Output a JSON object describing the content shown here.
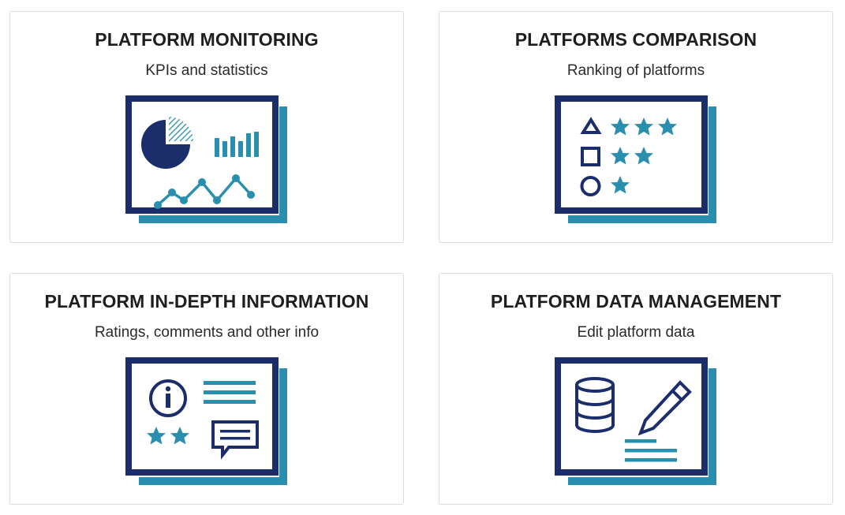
{
  "colors": {
    "navy": "#1b2d6b",
    "teal": "#2a8fae",
    "border": "#dcdcdc"
  },
  "cards": [
    {
      "title": "PLATFORM MONITORING",
      "subtitle": "KPIs and statistics",
      "icon": "dashboard-charts-icon"
    },
    {
      "title": "PLATFORMS COMPARISON",
      "subtitle": "Ranking of platforms",
      "icon": "ranking-stars-icon"
    },
    {
      "title": "PLATFORM IN-DEPTH INFORMATION",
      "subtitle": "Ratings, comments and other info",
      "icon": "info-comments-icon"
    },
    {
      "title": "PLATFORM DATA MANAGEMENT",
      "subtitle": "Edit platform data",
      "icon": "database-edit-icon"
    }
  ]
}
